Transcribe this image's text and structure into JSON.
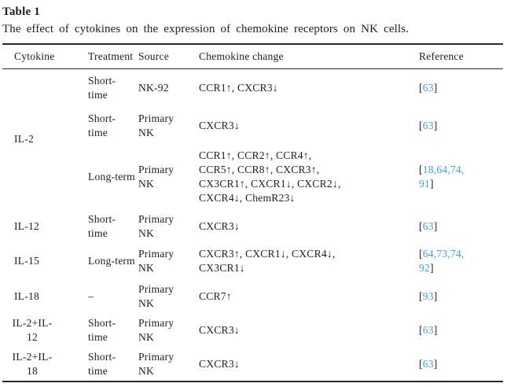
{
  "caption": {
    "label": "Table 1",
    "description": "The effect of cytokines on the expression of chemokine receptors on NK cells."
  },
  "columns": [
    "Cytokine",
    "Treatment",
    "Source",
    "Chemokine change",
    "Reference"
  ],
  "colors": {
    "citation_link": "#3ba0db",
    "text": "#1f1f1f",
    "rule": "#2a2a2a"
  },
  "rows": [
    {
      "cytokine": "IL-2",
      "treatment": [
        "Short-",
        "time"
      ],
      "source": [
        "NK-92"
      ],
      "chemokine": [
        "CCR1↑, CXCR3↓"
      ],
      "ref": {
        "open": "[",
        "l1": "63",
        "close": "]"
      }
    },
    {
      "treatment": [
        "Short-",
        "time"
      ],
      "source": [
        "Primary",
        "NK"
      ],
      "chemokine": [
        "CXCR3↓"
      ],
      "ref": {
        "open": "[",
        "l1": "63",
        "close": "]"
      }
    },
    {
      "treatment": [
        "Long-term"
      ],
      "source": [
        "Primary",
        "NK"
      ],
      "chemokine": [
        "CCR1↑, CCR2↑, CCR4↑,",
        "CCR5↑, CCR8↑, CXCR3↑,",
        "CX3CR1↑, CXCR1↓, CXCR2↓,",
        "CXCR4↓, ChemR23↓"
      ],
      "ref": {
        "open": "[",
        "l1": "18,64,74,",
        "l2": "91",
        "close": "]"
      }
    },
    {
      "cytokine": "IL-12",
      "treatment": [
        "Short-",
        "time"
      ],
      "source": [
        "Primary",
        "NK"
      ],
      "chemokine": [
        "CXCR3↓"
      ],
      "ref": {
        "open": "[",
        "l1": "63",
        "close": "]"
      }
    },
    {
      "cytokine": "IL-15",
      "treatment": [
        "Long-term"
      ],
      "source": [
        "Primary",
        "NK"
      ],
      "chemokine": [
        "CXCR3↑, CXCR1↓, CXCR4↓,",
        "CX3CR1↓"
      ],
      "ref": {
        "open": "[",
        "l1": "64,73,74,",
        "l2": "92",
        "close": "]"
      }
    },
    {
      "cytokine": "IL-18",
      "treatment": [
        "–"
      ],
      "source": [
        "Primary",
        "NK"
      ],
      "chemokine": [
        "CCR7↑"
      ],
      "ref": {
        "open": "[",
        "l1": "93",
        "close": "]"
      }
    },
    {
      "cytokine": [
        "IL-2+IL-",
        "12"
      ],
      "treatment": [
        "Short-",
        "time"
      ],
      "source": [
        "Primary",
        "NK"
      ],
      "chemokine": [
        "CXCR3↓"
      ],
      "ref": {
        "open": "[",
        "l1": "63",
        "close": "]"
      }
    },
    {
      "cytokine": [
        "IL-2+IL-",
        "18"
      ],
      "treatment": [
        "Short-",
        "time"
      ],
      "source": [
        "Primary",
        "NK"
      ],
      "chemokine": [
        "CXCR3↓"
      ],
      "ref": {
        "open": "[",
        "l1": "63",
        "close": "]"
      }
    }
  ]
}
